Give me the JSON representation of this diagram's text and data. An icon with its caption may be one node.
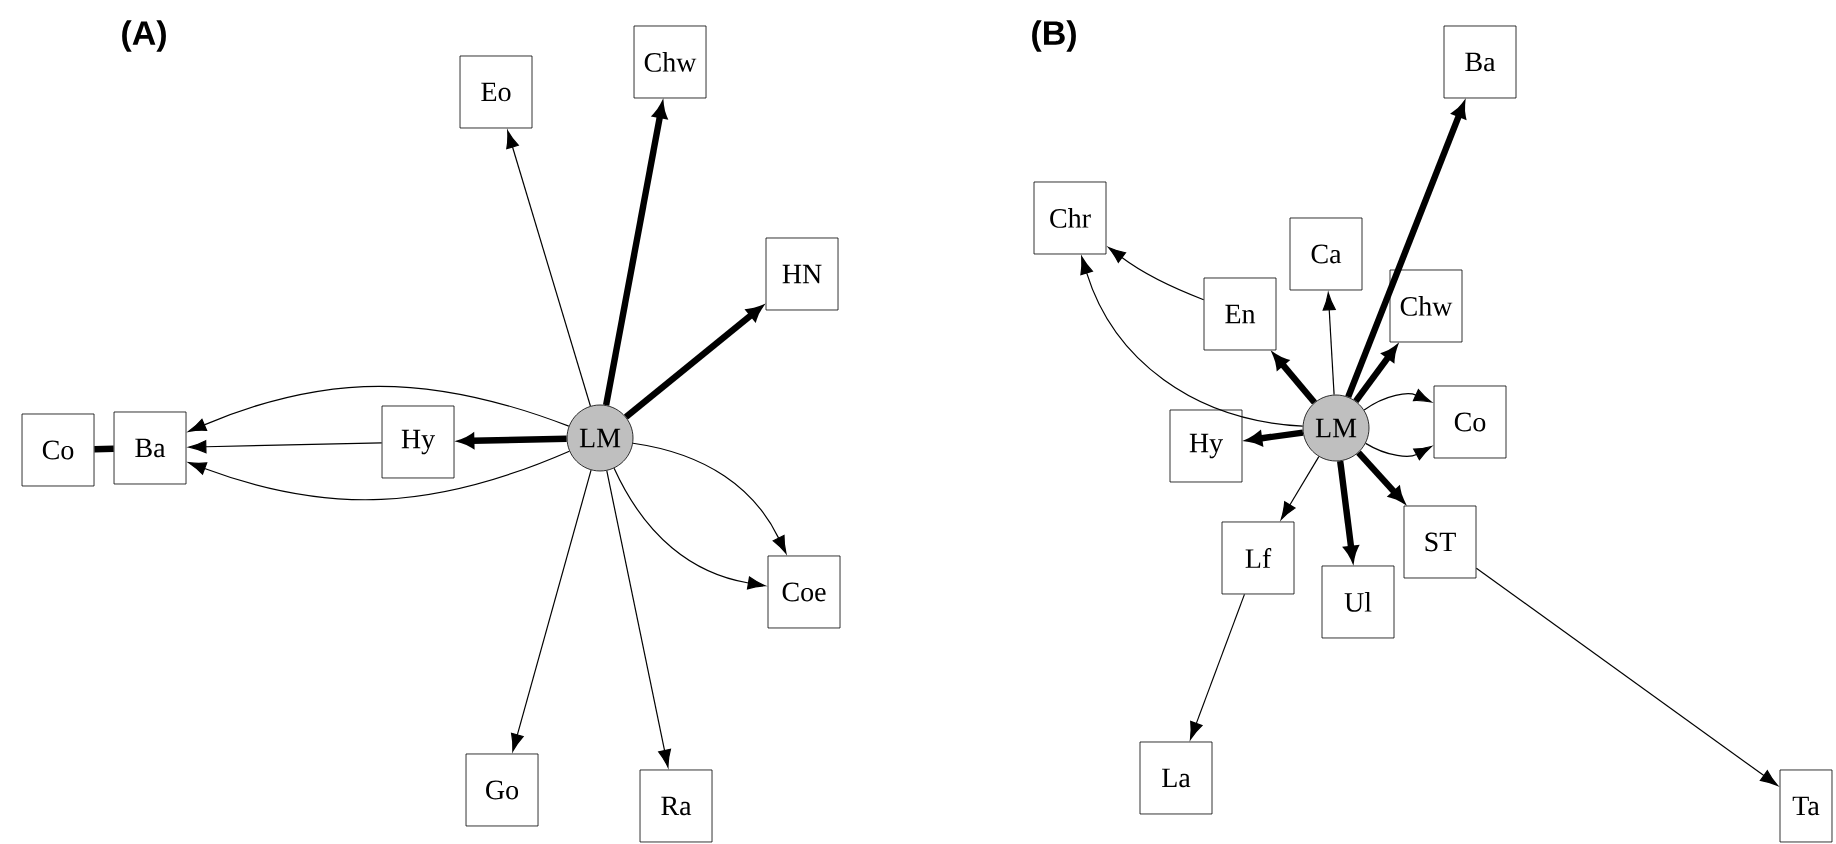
{
  "diagram": {
    "nodes": [
      {
        "text": [
          "LM"
        ]
      },
      {
        "text": [
          "Chw"
        ]
      },
      {
        "text": [
          "Eo"
        ]
      },
      {
        "text": [
          "HN"
        ]
      },
      {
        "text": [
          "Hy"
        ]
      },
      {
        "text": [
          "Ba"
        ]
      },
      {
        "text": [
          "Co"
        ]
      },
      {
        "text": [
          "Coe"
        ]
      },
      {
        "text": [
          "Go"
        ]
      },
      {
        "text": [
          "Ra"
        ]
      },
      {
        "text": [
          "LM"
        ]
      },
      {
        "text": [
          "Ba"
        ]
      },
      {
        "text": [
          "Chr"
        ]
      },
      {
        "text": [
          "Ca"
        ]
      },
      {
        "text": [
          "En"
        ]
      },
      {
        "text": [
          "Chw"
        ]
      },
      {
        "text": [
          "Co"
        ]
      },
      {
        "text": [
          "Hy"
        ]
      },
      {
        "text": [
          "Lf"
        ]
      },
      {
        "text": [
          "ST"
        ]
      },
      {
        "text": [
          "Ul"
        ]
      },
      {
        "text": [
          "La"
        ]
      },
      {
        "text": [
          "Ta"
        ]
      }
    ],
    "edges": [
      {
        "from": 0,
        "to": 1,
        "arrow": "to",
        "style": "thick"
      },
      {
        "from": 0,
        "to": 3,
        "arrow": "to",
        "style": "thick"
      },
      {
        "from": 0,
        "to": 2,
        "arrow": "to"
      },
      {
        "from": 0,
        "to": 4,
        "arrow": "to",
        "style": "thick"
      },
      {
        "from": 0,
        "to": 5,
        "arrow": "to"
      },
      {
        "from": 0,
        "to": 5,
        "arrow": "to"
      },
      {
        "from": 4,
        "to": 5,
        "arrow": "to"
      },
      {
        "from": 6,
        "to": 5,
        "arrow": "none",
        "style": "thick"
      },
      {
        "from": 0,
        "to": 7,
        "arrow": "to"
      },
      {
        "from": 0,
        "to": 7,
        "arrow": "to"
      },
      {
        "from": 0,
        "to": 8,
        "arrow": "to"
      },
      {
        "from": 0,
        "to": 9,
        "arrow": "to"
      },
      {
        "from": 10,
        "to": 11,
        "arrow": "to",
        "style": "thick"
      },
      {
        "from": 10,
        "to": 15,
        "arrow": "to",
        "style": "thick"
      },
      {
        "from": 10,
        "to": 13,
        "arrow": "to"
      },
      {
        "from": 10,
        "to": 12,
        "arrow": "to"
      },
      {
        "from": 14,
        "to": 12,
        "arrow": "to"
      },
      {
        "from": 10,
        "to": 14,
        "arrow": "to",
        "style": "thick"
      },
      {
        "from": 10,
        "to": 17,
        "arrow": "to",
        "style": "thick"
      },
      {
        "from": 10,
        "to": 16,
        "arrow": "to"
      },
      {
        "from": 10,
        "to": 16,
        "arrow": "to"
      },
      {
        "from": 10,
        "to": 19,
        "arrow": "to",
        "style": "thick"
      },
      {
        "from": 10,
        "to": 20,
        "arrow": "to",
        "style": "thick"
      },
      {
        "from": 10,
        "to": 18,
        "arrow": "to"
      },
      {
        "from": 18,
        "to": 21,
        "arrow": "to"
      },
      {
        "from": 19,
        "to": 22,
        "arrow": "to"
      }
    ],
    "labels": [
      "(A)",
      "(B)"
    ]
  }
}
